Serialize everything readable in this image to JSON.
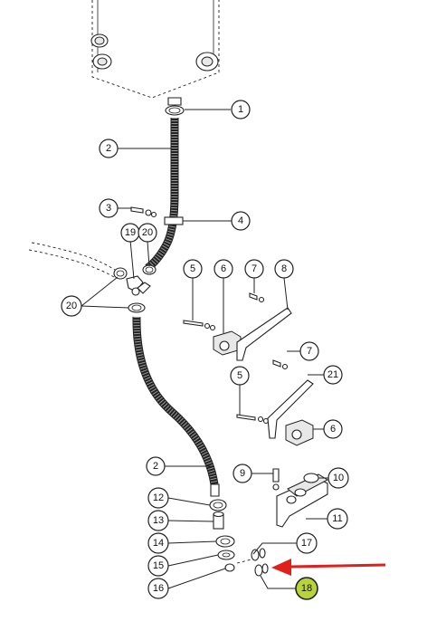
{
  "highlight_color": "#b8d43a",
  "arrow_color": "#e0201b",
  "callouts": [
    {
      "id": "c1",
      "label": "1"
    },
    {
      "id": "c2a",
      "label": "2"
    },
    {
      "id": "c3",
      "label": "3"
    },
    {
      "id": "c4",
      "label": "4"
    },
    {
      "id": "c19",
      "label": "19"
    },
    {
      "id": "c20a",
      "label": "20"
    },
    {
      "id": "c20b",
      "label": "20"
    },
    {
      "id": "c5a",
      "label": "5"
    },
    {
      "id": "c6a",
      "label": "6"
    },
    {
      "id": "c7a",
      "label": "7"
    },
    {
      "id": "c8",
      "label": "8"
    },
    {
      "id": "c7b",
      "label": "7"
    },
    {
      "id": "c21",
      "label": "21"
    },
    {
      "id": "c5b",
      "label": "5"
    },
    {
      "id": "c6b",
      "label": "6"
    },
    {
      "id": "c2b",
      "label": "2"
    },
    {
      "id": "c9",
      "label": "9"
    },
    {
      "id": "c10",
      "label": "10"
    },
    {
      "id": "c11",
      "label": "11"
    },
    {
      "id": "c12",
      "label": "12"
    },
    {
      "id": "c13",
      "label": "13"
    },
    {
      "id": "c14",
      "label": "14"
    },
    {
      "id": "c15",
      "label": "15"
    },
    {
      "id": "c16",
      "label": "16"
    },
    {
      "id": "c17",
      "label": "17"
    },
    {
      "id": "c18",
      "label": "18"
    }
  ]
}
